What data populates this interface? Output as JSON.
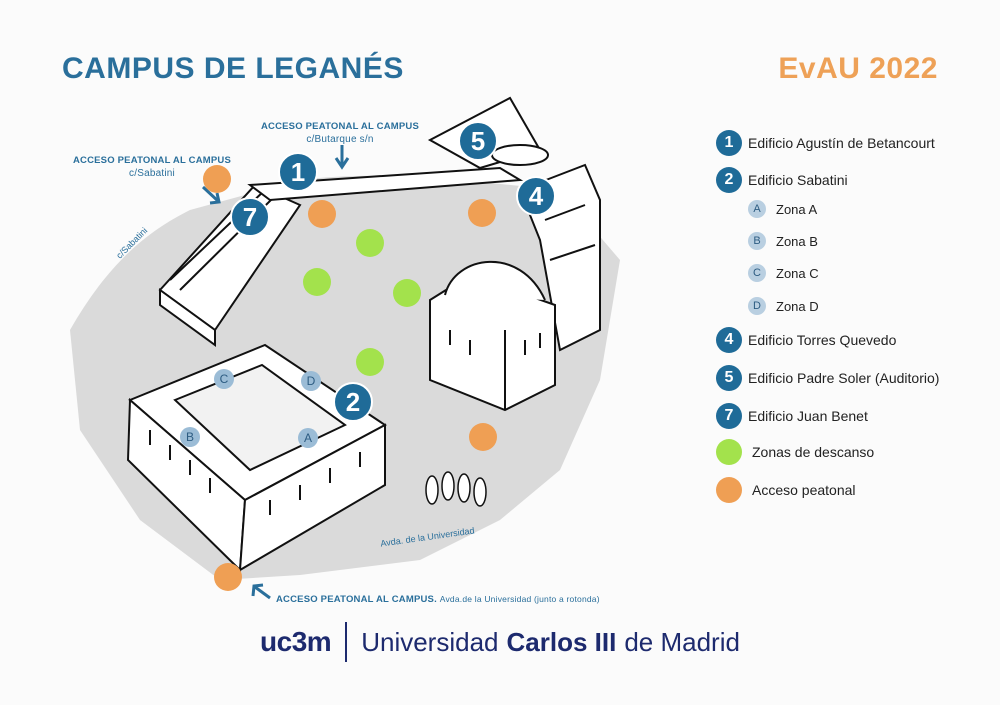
{
  "header": {
    "title": "CAMPUS DE LEGANÉS",
    "event": "EvAU 2022"
  },
  "colors": {
    "building_blue": "#1f6b98",
    "rest_green": "#a3e24c",
    "access_orange": "#ef9f54",
    "zone_lightblue": "#9bbcd6"
  },
  "map": {
    "access_labels": [
      {
        "title": "ACCESO PEATONAL AL CAMPUS",
        "street": "c/Butarque s/n"
      },
      {
        "title": "ACCESO PEATONAL AL CAMPUS",
        "street": "c/Sabatini"
      },
      {
        "title": "ACCESO PEATONAL AL CAMPUS.",
        "street": "Avda.de la Universidad (junto a rotonda)"
      }
    ],
    "streets": {
      "sabatini": "c/Sabatini",
      "universidad": "Avda. de la Universidad"
    },
    "building_markers": [
      "1",
      "5",
      "4",
      "7",
      "2"
    ],
    "zone_markers": [
      "C",
      "D",
      "B",
      "A"
    ]
  },
  "legend": {
    "buildings": [
      {
        "num": "1",
        "label": "Edificio Agustín de Betancourt"
      },
      {
        "num": "2",
        "label": "Edificio Sabatini"
      },
      {
        "num": "4",
        "label": "Edificio Torres Quevedo"
      },
      {
        "num": "5",
        "label": "Edificio Padre Soler (Auditorio)"
      },
      {
        "num": "7",
        "label": "Edificio Juan Benet"
      }
    ],
    "zones": [
      {
        "letter": "A",
        "label": "Zona A"
      },
      {
        "letter": "B",
        "label": "Zona B"
      },
      {
        "letter": "C",
        "label": "Zona C"
      },
      {
        "letter": "D",
        "label": "Zona D"
      }
    ],
    "rest": "Zonas de descanso",
    "access": "Acceso peatonal"
  },
  "footer": {
    "logo": "uc3m",
    "text_1": "Universidad",
    "text_bold": "Carlos III",
    "text_2": "de Madrid"
  }
}
